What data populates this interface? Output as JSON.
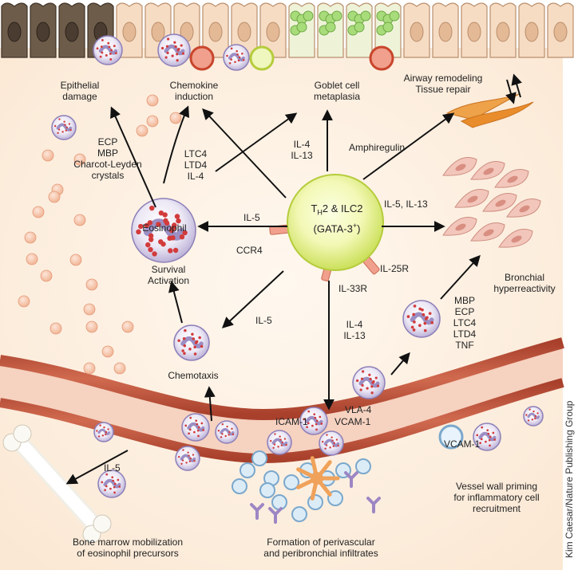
{
  "center_cell": {
    "name_prefix": "T",
    "name_sub": "H",
    "name_suffix": "2 & ILC2",
    "factor_prefix": "(GATA-3",
    "factor_sup": "+",
    "factor_suffix": ")"
  },
  "receptors": {
    "ccr4": "CCR4",
    "il25r": "IL-25R",
    "il33r": "IL-33R"
  },
  "top_labels": {
    "epithelial": [
      "Epithelial",
      "damage"
    ],
    "chemokine": [
      "Chemokine",
      "induction"
    ],
    "goblet": [
      "Goblet cell",
      "metaplasia"
    ],
    "airway": [
      "Airway remodeling",
      "Tissue repair"
    ]
  },
  "mediators": {
    "granules": [
      "ECP",
      "MBP",
      "Charcot-Leyden",
      "crystals"
    ],
    "leukotrienes": [
      "LTC4",
      "LTD4",
      "IL-4"
    ],
    "il4_il13_top": [
      "IL-4",
      "IL-13"
    ],
    "amphiregulin": "Amphiregulin",
    "il5_left": "IL-5",
    "il5_il13": "IL-5, IL-13",
    "il5_mid": "IL-5",
    "il4_il13_low": [
      "IL-4",
      "IL-13"
    ],
    "right_mediators": [
      "MBP",
      "ECP",
      "LTC4",
      "LTD4",
      "TNF"
    ],
    "il5_bone": "IL-5"
  },
  "eosinophil": {
    "name": "Eosinophil",
    "states": [
      "Survival",
      "Activation"
    ]
  },
  "labels": {
    "bronchial": [
      "Bronchial",
      "hyperreactivity"
    ],
    "chemotaxis": "Chemotaxis",
    "vla4": "VLA-4",
    "vcam1_center": "VCAM-1",
    "icam1": "ICAM-1",
    "vcam1_right": "VCAM-1"
  },
  "bottom_labels": {
    "bone_marrow": [
      "Bone marrow mobilization",
      "of eosinophil precursors"
    ],
    "infiltrates": [
      "Formation of perivascular",
      "and peribronchial infiltrates"
    ],
    "vessel": [
      "Vessel wall priming",
      "for inflammatory cell",
      "recruitment"
    ]
  },
  "credit": "Kim Caesar/Nature Publishing Group",
  "colors": {
    "background": "#fdf0e2",
    "epithelium": "#f6dcc2",
    "damaged_epithelium": "#6b5a48",
    "vessel": "#b24a33",
    "center_cell": "#d9e96a",
    "eosinophil": "#d9d3ea",
    "granule": "#d23b3b",
    "arrow": "#111111",
    "smooth_muscle": "#eebbb0",
    "fibroblast": "#e8953a"
  }
}
